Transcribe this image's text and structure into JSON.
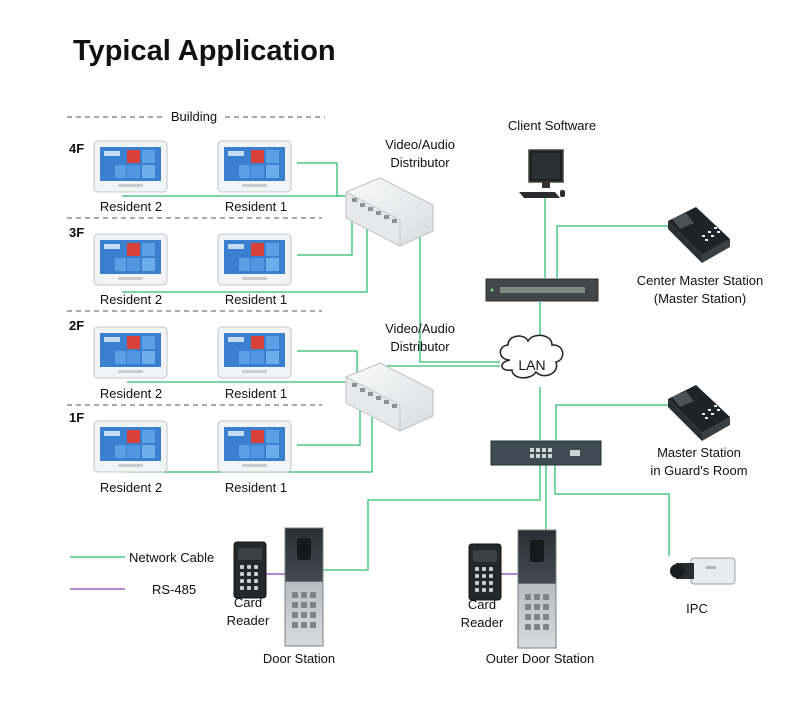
{
  "title": "Typical Application",
  "building_label": "Building",
  "floors": [
    {
      "label": "4F",
      "units": [
        "Resident 2",
        "Resident 1"
      ]
    },
    {
      "label": "3F",
      "units": [
        "Resident 2",
        "Resident 1"
      ]
    },
    {
      "label": "2F",
      "units": [
        "Resident 2",
        "Resident 1"
      ]
    },
    {
      "label": "1F",
      "units": [
        "Resident 2",
        "Resident 1"
      ]
    }
  ],
  "distributors": [
    {
      "line1": "Video/Audio",
      "line2": "Distributor"
    },
    {
      "line1": "Video/Audio",
      "line2": "Distributor"
    }
  ],
  "client_software": "Client Software",
  "lan": "LAN",
  "center_master": {
    "line1": "Center Master Station",
    "line2": "(Master Station)"
  },
  "guard_master": {
    "line1": "Master Station",
    "line2": "in Guard's Room"
  },
  "ipc": "IPC",
  "card_reader_left": {
    "line1": "Card",
    "line2": "Reader"
  },
  "card_reader_right": {
    "line1": "Card",
    "line2": "Reader"
  },
  "door_station": "Door Station",
  "outer_door_station": "Outer Door Station",
  "legend": [
    {
      "label": "Network Cable",
      "color": "#2fbf6f"
    },
    {
      "label": "RS-485",
      "color": "#8a3fb5"
    }
  ],
  "colors": {
    "network_cable": "#2fbf6f",
    "rs485": "#8a3fb5",
    "screen_blue": "#3a7fd0",
    "tile_red": "#d9403a"
  }
}
